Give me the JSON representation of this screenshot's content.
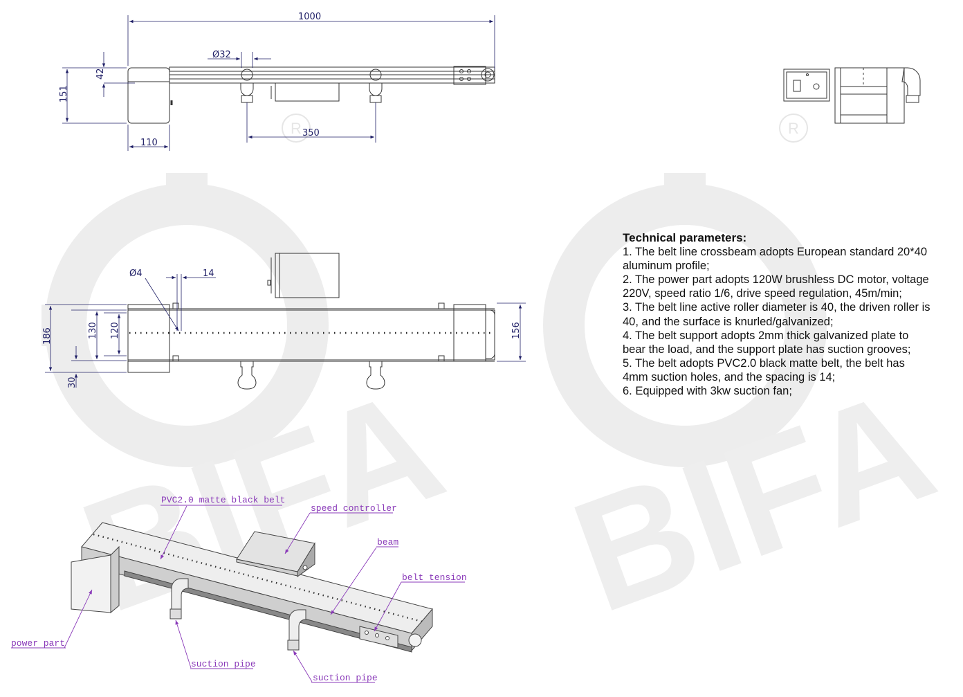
{
  "brand": {
    "watermark": "BIFA",
    "mark": "R"
  },
  "dimensions": {
    "length": "1000",
    "roller_dia": "Ø32",
    "height": "151",
    "offset": "42",
    "motor_width": "110",
    "pipe_spacing": "350",
    "hole_dia": "Ø4",
    "hole_spacing": "14",
    "total_height": "186",
    "h130": "130",
    "h120": "120",
    "h30": "30",
    "h156": "156"
  },
  "callouts": {
    "belt": "PVC2.0 matte black belt",
    "controller": "speed controller",
    "beam": "beam",
    "tension": "belt tension",
    "power": "power part",
    "pipe1": "suction pipe",
    "pipe2": "suction pipe"
  },
  "specs": {
    "title": "Technical parameters:",
    "lines": [
      "1. The belt line crossbeam adopts European standard 20*40",
      "aluminum profile;",
      "2. The power part adopts 120W brushless DC motor, voltage",
      "220V, speed ratio 1/6, drive speed regulation, 45m/min;",
      "3. The belt line active roller diameter is 40, the driven roller is",
      "40, and the surface is knurled/galvanized;",
      "4. The belt support adopts 2mm thick galvanized plate to",
      "bear the load, and the support plate has suction grooves;",
      "5. The belt adopts PVC2.0 black matte belt, the belt has",
      "4mm suction holes, and the spacing is 14;",
      "6. Equipped with 3kw suction fan;"
    ]
  },
  "colors": {
    "dim": "#1f1f66",
    "label": "#8a3ab9",
    "line": "#333333",
    "watermark": "#ececec"
  }
}
